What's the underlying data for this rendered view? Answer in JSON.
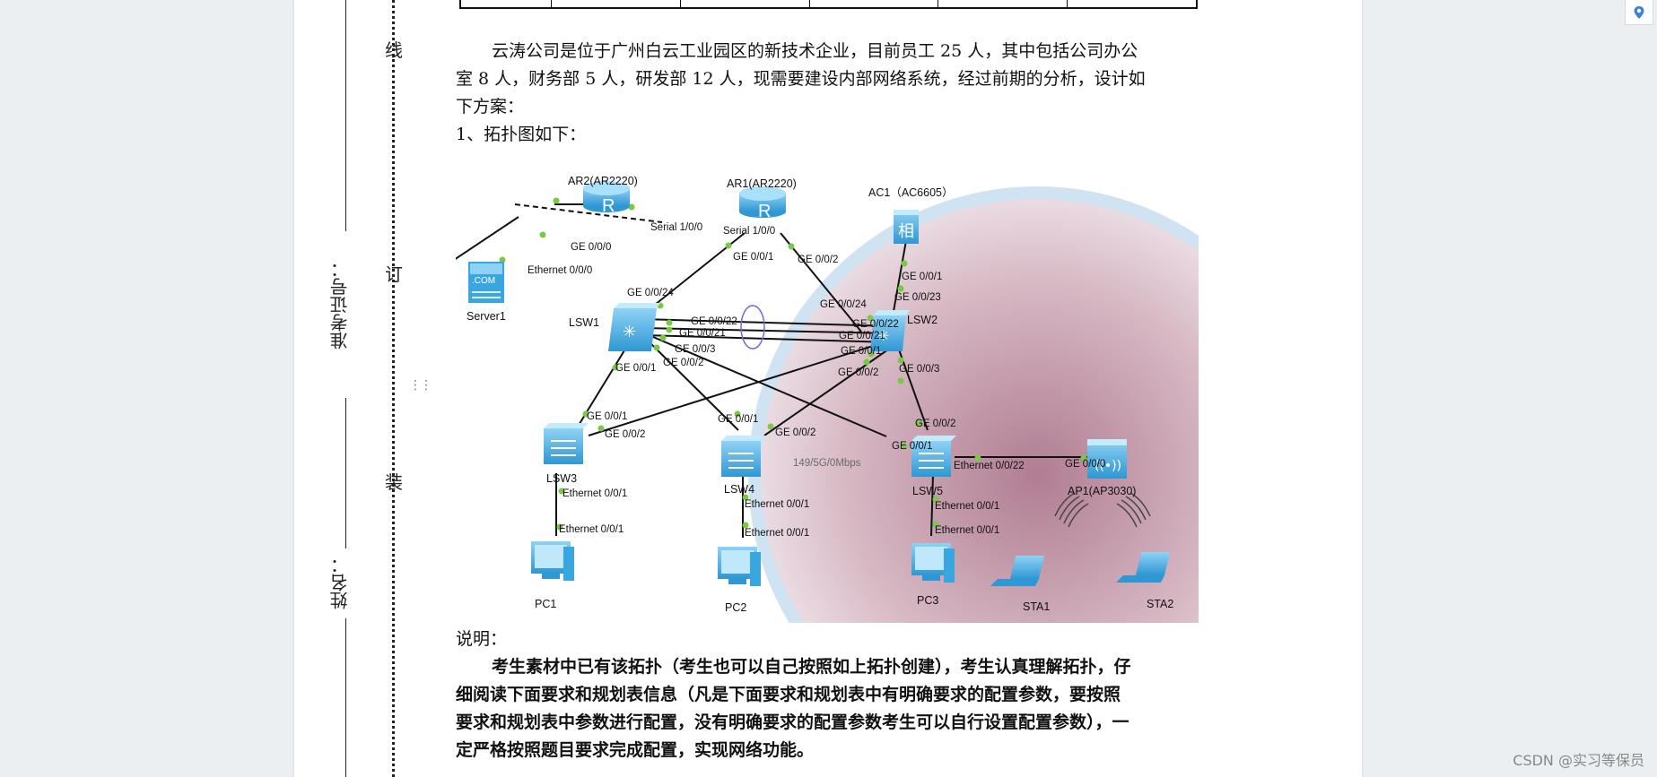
{
  "binding": {
    "char_top": "线",
    "char_mid": "订",
    "char_bottom": "装",
    "label_exam_id": "准考证号：",
    "label_name": "姓名："
  },
  "intro": {
    "line1": "云涛公司是位于广州白云工业园区的新技术企业，目前员工 25 人，其中包括公司办公",
    "line2": "室 8 人，财务部 5 人，研发部 12 人，现需要建设内部网络系统，经过前期的分析，设计如",
    "line3": "下方案：",
    "line4": "1、拓扑图如下："
  },
  "topology": {
    "devices": {
      "ar2": "AR2(AR2220)",
      "ar1": "AR1(AR2220)",
      "ac1": "AC1（AC6605）",
      "server1": "Server1",
      "lsw1": "LSW1",
      "lsw2": "LSW2",
      "lsw3": "LSW3",
      "lsw4": "LSW4",
      "lsw5": "LSW5",
      "ap1": "AP1(AP3030)",
      "pc1": "PC1",
      "pc2": "PC2",
      "pc3": "PC3",
      "sta1": "STA1",
      "sta2": "STA2",
      "server_badge": ".COM"
    },
    "ports": {
      "serial_ar2": "Serial 1/0/0",
      "serial_ar1": "Serial 1/0/0",
      "ar2_ge000": "GE 0/0/0",
      "server_eth": "Ethernet 0/0/0",
      "ar1_ge001": "GE 0/0/1",
      "ar1_ge002": "GE 0/0/2",
      "ac1_ge001": "GE 0/0/1",
      "lsw2_ge0023": "GE 0/0/23",
      "lsw1_ge0024": "GE 0/0/24",
      "lsw2_ge0024": "GE 0/0/24",
      "lsw1_ge0022": "GE 0/0/22",
      "lsw1_ge0021": "GE 0/0/21",
      "lsw1_ge003": "GE 0/0/3",
      "lsw1_ge002": "GE 0/0/2",
      "lsw1_ge001": "GE 0/0/1",
      "lsw2_ge0022": "GE 0/0/22",
      "lsw2_ge0021": "GE 0/0/21",
      "lsw2_ge001": "GE 0/0/1",
      "lsw2_ge002": "GE 0/0/2",
      "lsw2_ge003": "GE 0/0/3",
      "lsw3_ge001": "GE 0/0/1",
      "lsw3_ge002": "GE 0/0/2",
      "lsw4_ge001": "GE 0/0/1",
      "lsw4_ge002": "GE 0/0/2",
      "lsw5_ge002": "GE 0/0/2",
      "lsw5_ge001": "GE 0/0/1",
      "lsw5_eth0022": "Ethernet 0/0/22",
      "ap1_ge000": "GE 0/0/0",
      "lsw3_eth001": "Ethernet 0/0/1",
      "pc1_eth001": "Ethernet 0/0/1",
      "lsw4_eth001": "Ethernet 0/0/1",
      "pc2_eth001": "Ethernet 0/0/1",
      "lsw5_eth001": "Ethernet 0/0/1",
      "pc3_eth001": "Ethernet 0/0/1"
    },
    "wireless_rate": "149/5G/0Mbps"
  },
  "notes": {
    "heading": "说明：",
    "line1": "考生素材中已有该拓扑（考生也可以自己按照如上拓扑创建），考生认真理解拓扑，仔",
    "line2": "细阅读下面要求和规划表信息（凡是下面要求和规划表中有明确要求的配置参数，要按照",
    "line3": "要求和规划表中参数进行配置，没有明确要求的配置参数考生可以自行设置配置参数），一",
    "line4": "定严格按照题目要求完成配置，实现网络功能。"
  },
  "watermark": "CSDN @实习等保员",
  "colors": {
    "device_blue": "#3aa6e0",
    "port_dot": "#7ac943",
    "wlan_halo": "#cfe3f3",
    "wlan_fill": "#b98a9c"
  }
}
